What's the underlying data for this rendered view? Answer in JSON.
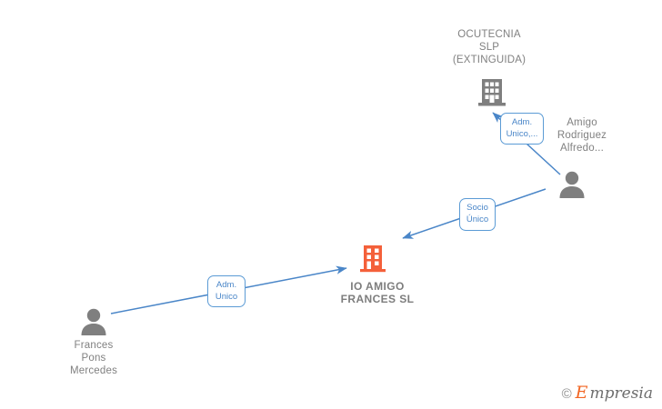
{
  "diagram": {
    "type": "corporate-relationship-graph",
    "background_color": "#ffffff",
    "edge_color": "#4a86c8",
    "company_accent_color": "#f4603a",
    "entity_gray": "#808080",
    "badge_border_color": "#5b9bd5",
    "badge_text_color": "#4a86c8"
  },
  "nodes": {
    "ocutecnia": {
      "label": "OCUTECNIA\nSLP\n(EXTINGUIDA)",
      "icon": "building-icon",
      "kind": "company",
      "color": "#808080"
    },
    "main_company": {
      "label": "IO AMIGO\nFRANCES SL",
      "icon": "building-icon",
      "kind": "company",
      "color": "#f4603a"
    },
    "person_amigo": {
      "label": "Amigo\nRodriguez\nAlfredo...",
      "icon": "person-icon",
      "kind": "person",
      "color": "#808080"
    },
    "person_frances": {
      "label": "Frances\nPons\nMercedes",
      "icon": "person-icon",
      "kind": "person",
      "color": "#808080"
    }
  },
  "edges": [
    {
      "id": "edge-amigo-to-ocutecnia",
      "from": "person_amigo",
      "to": "ocutecnia",
      "badge": "Adm.\nUnico,..."
    },
    {
      "id": "edge-amigo-to-company",
      "from": "person_amigo",
      "to": "main_company",
      "badge": "Socio\nÚnico"
    },
    {
      "id": "edge-frances-to-company",
      "from": "person_frances",
      "to": "main_company",
      "badge": "Adm.\nUnico"
    }
  ],
  "watermark": {
    "copyright": "©",
    "brand_initial": "E",
    "brand_rest": "mpresia"
  }
}
